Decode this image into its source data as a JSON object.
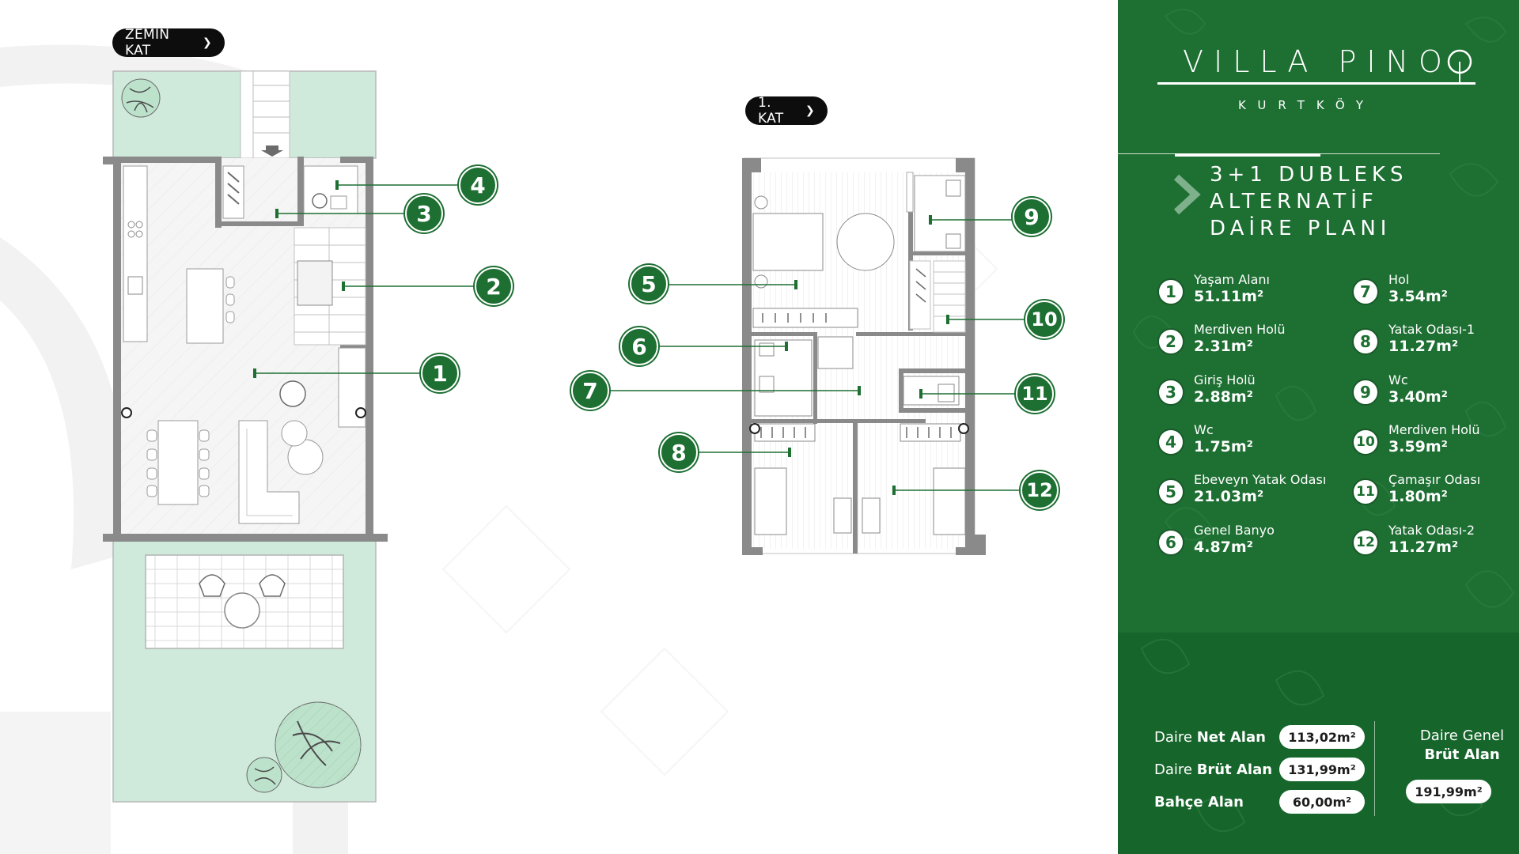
{
  "colors": {
    "brand_green": "#1d6f32",
    "garden_green": "#cfeadb",
    "wall_gray": "#8a8a8a",
    "pill_black": "#0d0d0d"
  },
  "floors": {
    "ground_label": "ZEMİN KAT",
    "first_label": "1. KAT",
    "chevron_icon": "chevron-right-icon"
  },
  "brand": {
    "title": "VILLA PINO",
    "subtitle": "KURTKÖY",
    "logo_icon": "leaf-icon"
  },
  "plan_title": {
    "line1": "3+1 DUBLEKS",
    "line2": "ALTERNATİF",
    "line3": "DAİRE PLANI"
  },
  "rooms": [
    {
      "num": "1",
      "name": "Yaşam Alanı",
      "area": "51.11m²"
    },
    {
      "num": "2",
      "name": "Merdiven Holü",
      "area": "2.31m²"
    },
    {
      "num": "3",
      "name": "Giriş Holü",
      "area": "2.88m²"
    },
    {
      "num": "4",
      "name": "Wc",
      "area": "1.75m²"
    },
    {
      "num": "5",
      "name": "Ebeveyn Yatak Odası",
      "area": "21.03m²"
    },
    {
      "num": "6",
      "name": "Genel Banyo",
      "area": "4.87m²"
    },
    {
      "num": "7",
      "name": "Hol",
      "area": "3.54m²"
    },
    {
      "num": "8",
      "name": "Yatak Odası-1",
      "area": "11.27m²"
    },
    {
      "num": "9",
      "name": "Wc",
      "area": "3.40m²"
    },
    {
      "num": "10",
      "name": "Merdiven Holü",
      "area": "3.59m²"
    },
    {
      "num": "11",
      "name": "Çamaşır Odası",
      "area": "1.80m²"
    },
    {
      "num": "12",
      "name": "Yatak Odası-2",
      "area": "11.27m²"
    }
  ],
  "totals": {
    "net_prefix": "Daire ",
    "net_bold": "Net Alan",
    "net_value": "113,02m²",
    "brut_prefix": "Daire ",
    "brut_bold": "Brüt Alan",
    "brut_value": "131,99m²",
    "garden_bold": "Bahçe Alan",
    "garden_value": "60,00m²",
    "genel_line1": "Daire Genel",
    "genel_line2": "Brüt Alan",
    "genel_value": "191,99m²"
  }
}
